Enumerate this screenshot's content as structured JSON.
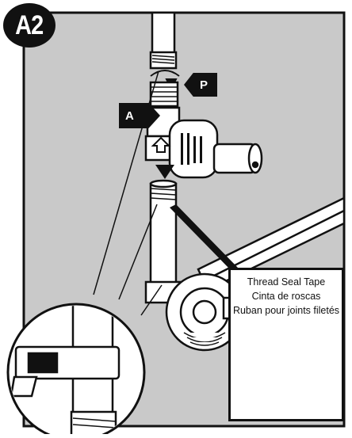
{
  "step_label": "A2",
  "callouts": {
    "p_label": "P",
    "a_label": "A"
  },
  "tape_box": {
    "label_en": "Thread Seal Tape",
    "label_es": "Cinta de roscas",
    "label_fr": "Ruban pour joints filetés"
  },
  "colors": {
    "background": "#c9c9c9",
    "ink": "#111111",
    "paper": "#ffffff"
  },
  "icons": [
    "step-badge",
    "arrow-callout-p",
    "arrow-callout-a",
    "thread-seal-tape-roll",
    "flow-arrow"
  ]
}
